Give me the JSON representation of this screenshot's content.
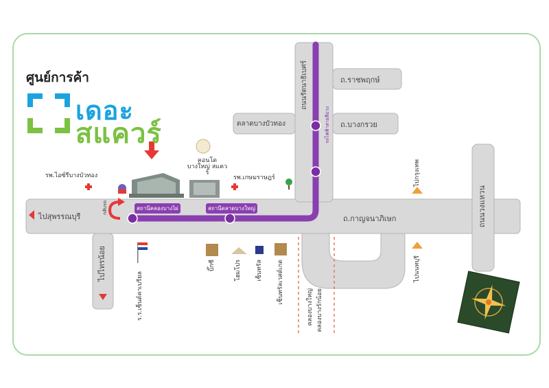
{
  "brand": {
    "line1": "ศูนย์การค้า",
    "line2": "เดอะ",
    "line3": "สแควร์",
    "colors": {
      "blue": "#1aa3df",
      "green": "#7bc142"
    }
  },
  "roads": {
    "main_west": "ไปสุพรรณบุรี",
    "south_left": "ไปไทรน้อย",
    "ratchaphruek": "ถ.ราชพฤกษ์",
    "bang_kruai": "ถ.บางกรวย",
    "talad": "ตลาดบางบัวทอง",
    "kanchana": "ถ.กาญจนาภิเษก",
    "right_vertical": "ถนนวงแหวน",
    "vertical_main": "ถนนรัตนาธิเบศร์",
    "purple_line": "รถไฟฟ้าสายสีม่วง"
  },
  "places": {
    "hospital_left": "รพ.ไอซ์รีบางบัวทอง",
    "condo": "คอนโด บางใหญ่ สแควร์",
    "hospital_right": "รพ.เกษมราษฎร์",
    "station_1": "สถานีคลองบางไผ่",
    "station_2": "สถานีตลาดบางใหญ่",
    "bangkok": "ไปกรุงเทพ",
    "nonthaburi": "ไปนนทบุรี",
    "school": "ร.ร.เซ็นต์คาเบรียล",
    "shop_1": "บิ๊กซี",
    "shop_2": "โฮมโปร",
    "shop_3": "เซ็นทรัล",
    "shop_4": "เซ็นทรัลเวสต์เกต",
    "canal_1": "คลองบางใหญ่",
    "canal_2": "คลองบางรักน้อย",
    "uturn": "กลับรถ"
  },
  "colors": {
    "road": "#d9d9d9",
    "road_edge": "#b5b5b5",
    "purple": "#8a3fb0",
    "arrow_red": "#e53935",
    "frame": "#a8d9a8",
    "compass_bg": "#2a4a2a"
  },
  "icons": {
    "compass": "compass-rose-icon",
    "hospital": "red-cross-icon",
    "flag": "flag-icon",
    "shop": "shop-box-icon",
    "tree": "tree-icon",
    "arrow": "arrow-down-icon"
  }
}
